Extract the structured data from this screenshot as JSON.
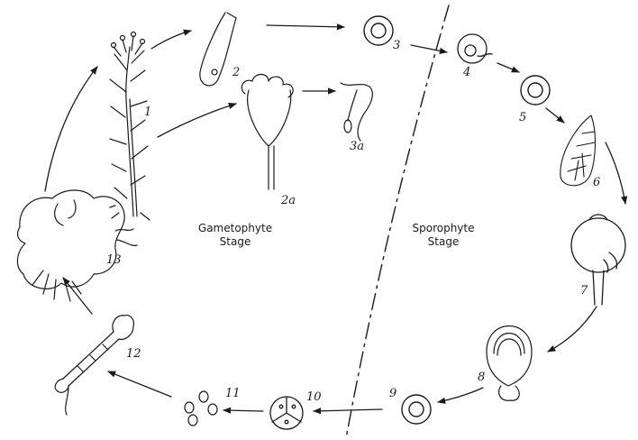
{
  "stages": {
    "gametophyte": {
      "line1": "Gametophyte",
      "line2": "Stage"
    },
    "sporophyte": {
      "line1": "Sporophyte",
      "line2": "Stage"
    }
  },
  "labels": {
    "n1": "1",
    "n2": "2",
    "n2a": "2a",
    "n3": "3",
    "n3a": "3a",
    "n4": "4",
    "n5": "5",
    "n6": "6",
    "n7": "7",
    "n8": "8",
    "n9": "9",
    "n10": "10",
    "n11": "11",
    "n12": "12",
    "n13": "13"
  },
  "colors": {
    "ink": "#1a1a1a",
    "paper": "#ffffff"
  }
}
